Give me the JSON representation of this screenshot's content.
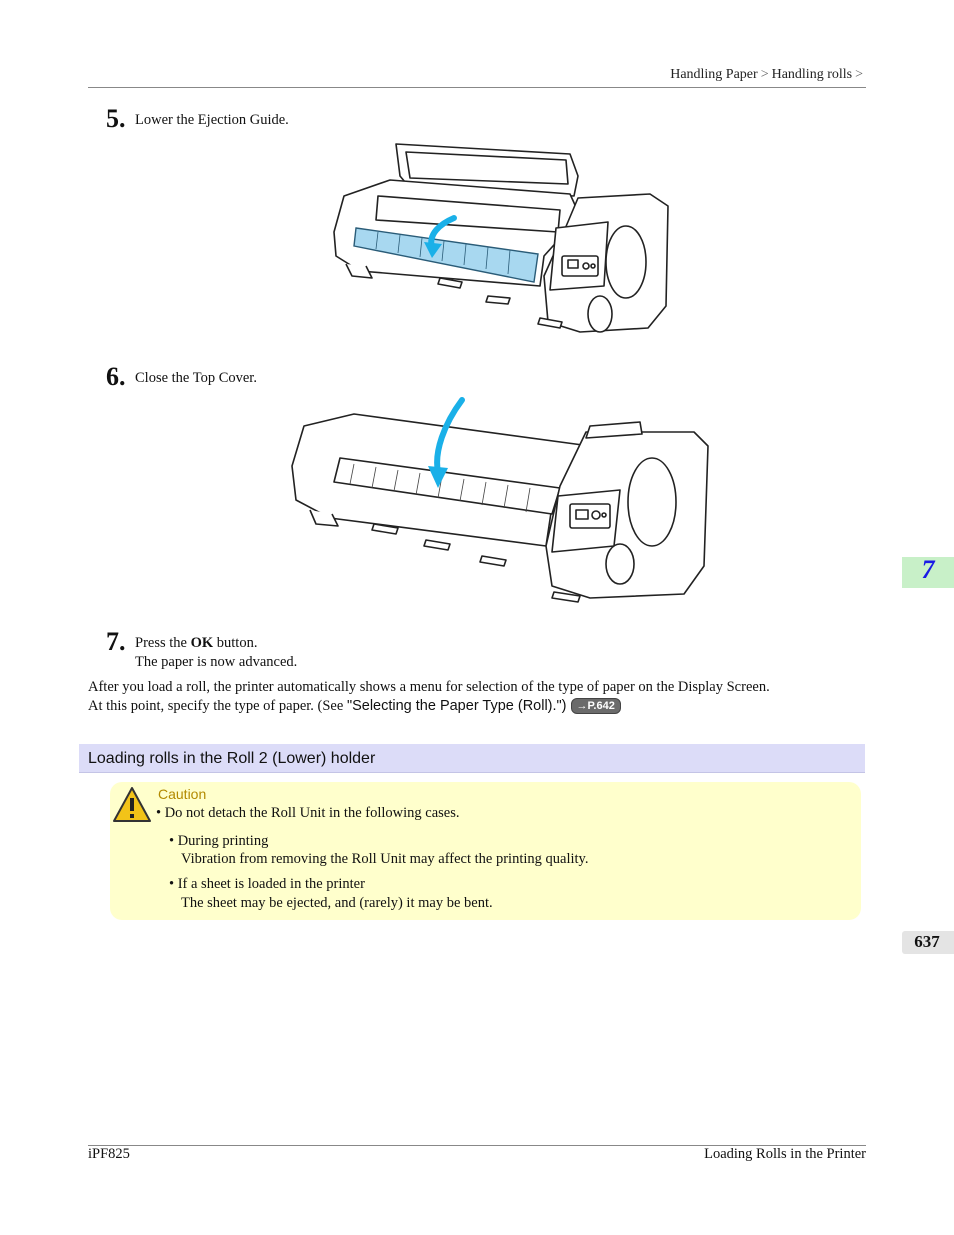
{
  "header": {
    "breadcrumb": [
      "Handling Paper",
      "Handling rolls"
    ],
    "separator": ">"
  },
  "steps": [
    {
      "num": "5.",
      "text": "Lower the Ejection Guide."
    },
    {
      "num": "6.",
      "text": "Close the Top Cover."
    },
    {
      "num": "7.",
      "text_before": "Press the ",
      "text_bold": "OK",
      "text_after": " button.",
      "subtext": "The paper is now advanced."
    }
  ],
  "paragraph": {
    "line1": "After you load a roll, the printer automatically shows a menu for selection of the type of paper on the Display Screen.",
    "line2_before": "At this point, specify the type of paper.  (See ",
    "line2_link": "\"Selecting the Paper Type (Roll).\")",
    "ref_badge": "→P.642"
  },
  "section": {
    "title": "Loading rolls in the Roll 2 (Lower) holder"
  },
  "caution": {
    "label": "Caution",
    "main": "Do not detach the Roll Unit in the following cases.",
    "items": [
      {
        "title": "During printing",
        "detail": "Vibration from removing the Roll Unit may affect the printing quality."
      },
      {
        "title": "If a sheet is loaded in the printer",
        "detail": "The sheet may be ejected, and (rarely) it may be bent."
      }
    ]
  },
  "side": {
    "chapter": "7",
    "page": "637"
  },
  "footer": {
    "left": "iPF825",
    "right": "Loading Rolls in the Printer"
  },
  "colors": {
    "arrow": "#1ab0e8",
    "guide": "#a8d8f0",
    "section_bg": "#dcdcf8",
    "caution_bg": "#ffffcc",
    "chapter_tab": "#c8f0c8"
  }
}
